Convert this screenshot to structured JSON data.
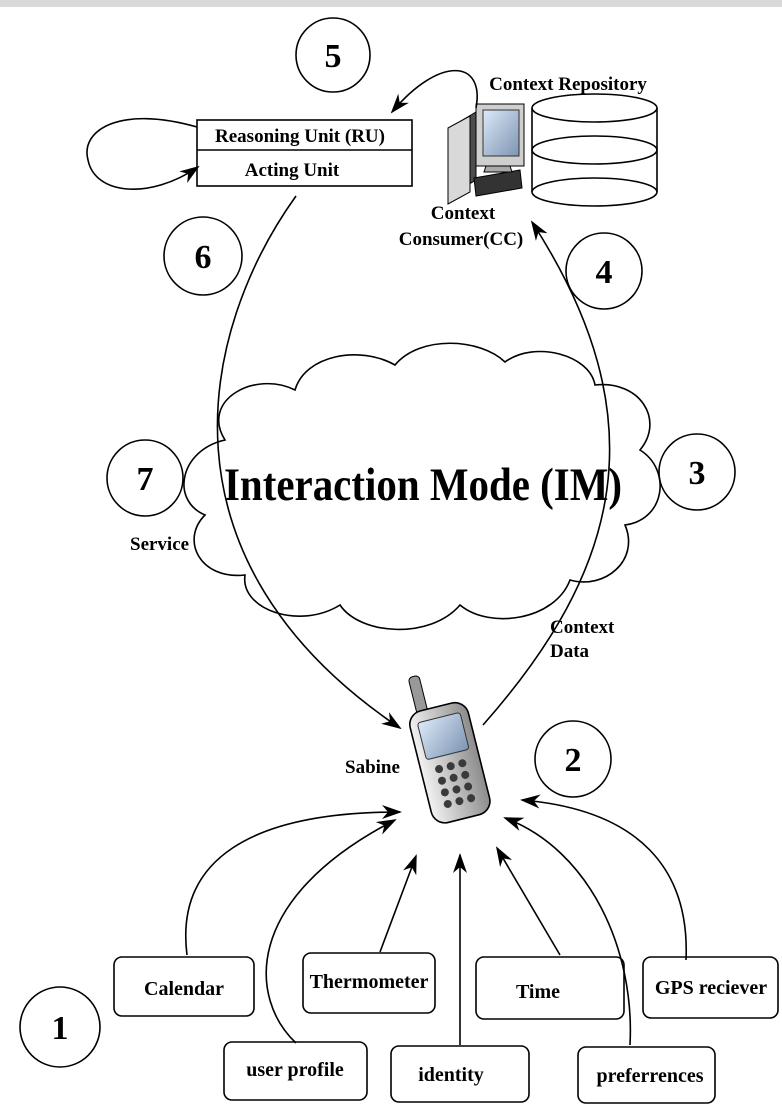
{
  "diagram": {
    "steps": [
      "5",
      "6",
      "4",
      "7",
      "3",
      "2",
      "1"
    ],
    "reasoning_unit": "Reasoning Unit (RU)",
    "acting_unit": "Acting Unit",
    "context_repository": "Context Repository",
    "context_consumer_line1": "Context",
    "context_consumer_line2": "Consumer(CC)",
    "cloud_label": "Interaction Mode (IM)",
    "service_label": "Service",
    "context_data_line1": "Context",
    "context_data_line2": "Data",
    "device_label": "Sabine",
    "sources": {
      "calendar": "Calendar",
      "thermometer": "Thermometer",
      "time": "Time",
      "gps": "GPS reciever",
      "user_profile": "user profile",
      "identity": "identity",
      "preferences": "preferrences"
    },
    "icons": {
      "computer": "desktop-computer-icon",
      "database": "database-icon",
      "phone": "mobile-phone-icon"
    }
  }
}
